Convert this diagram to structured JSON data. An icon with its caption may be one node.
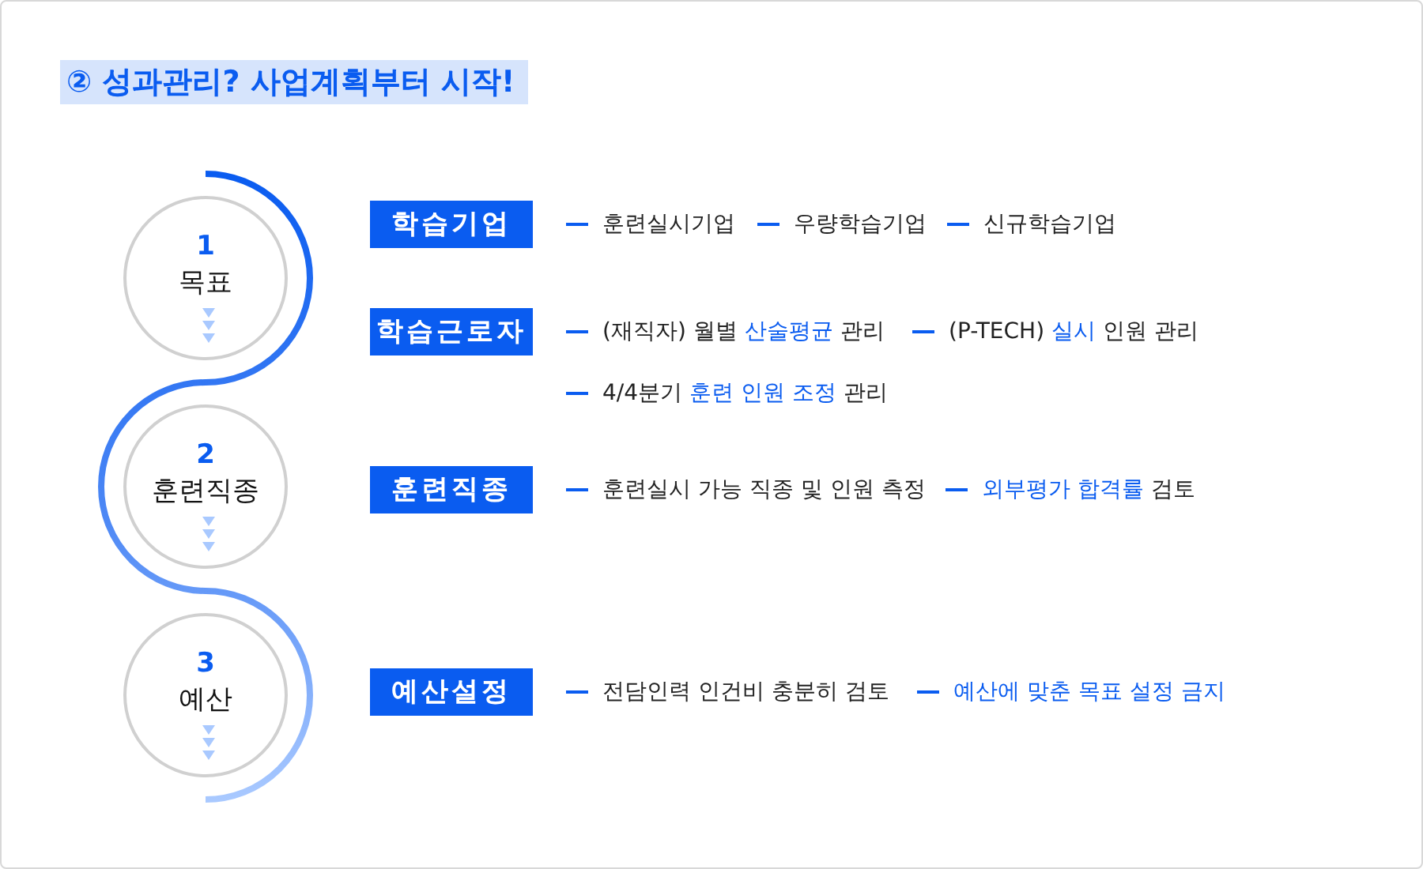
{
  "diagram": {
    "title": "② 성과관리? 사업계획부터 시작!",
    "nodes": [
      {
        "text": [
          "1",
          "목표"
        ]
      },
      {
        "text": [
          "2",
          "훈련직종"
        ]
      },
      {
        "text": [
          "3",
          "예산"
        ]
      },
      {
        "text": [
          "학습기업"
        ],
        "beside": [
          "훈련실시기업",
          "우량학습기업",
          "신규학습기업"
        ]
      },
      {
        "text": [
          "학습근로자"
        ],
        "beside": [
          "(재직자) 월별 *산술평균* 관리",
          "(P-TECH) *실시* 인원 관리",
          "4/4분기 *훈련 인원 조정* 관리"
        ]
      },
      {
        "text": [
          "훈련직종"
        ],
        "beside": [
          "훈련실시 가능 직종 및 인원 측정",
          "*외부평가 합격률* 검토"
        ]
      },
      {
        "text": [
          "예산설정"
        ],
        "beside": [
          "전담인력 인건비 충분히 검토",
          "*예산에 맞춘 목표 설정 금지*"
        ]
      }
    ]
  }
}
